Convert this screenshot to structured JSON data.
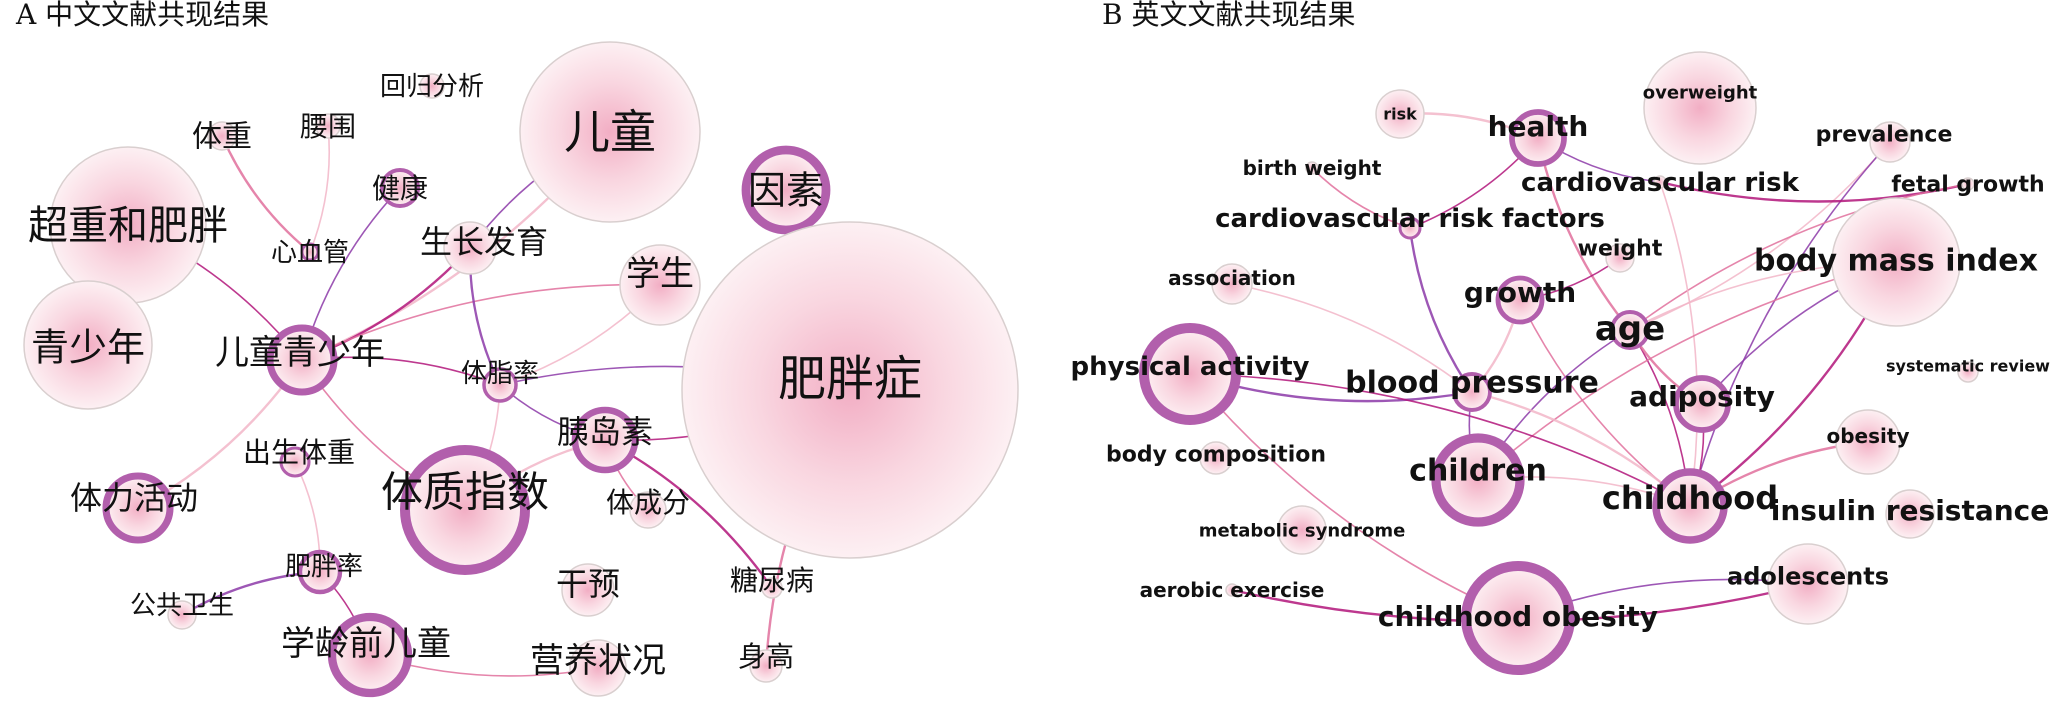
{
  "panels": [
    {
      "id": "A",
      "title": "A 中文文献共现结果",
      "nodes": [
        {
          "id": "huigui",
          "label": "回归分析",
          "w": 3
        },
        {
          "id": "ertong",
          "label": "儿童",
          "w": 72
        },
        {
          "id": "yinsu",
          "label": "因素",
          "w": 15
        },
        {
          "id": "tizhong",
          "label": "体重",
          "w": 4
        },
        {
          "id": "yaowei",
          "label": "腰围",
          "w": 3
        },
        {
          "id": "jiankang",
          "label": "健康",
          "w": 5
        },
        {
          "id": "chaozhong",
          "label": "超重和肥胖",
          "w": 45
        },
        {
          "id": "xinxueguan",
          "label": "心血管",
          "w": 3
        },
        {
          "id": "shengzhang",
          "label": "生长发育",
          "w": 5
        },
        {
          "id": "xuesheng",
          "label": "学生",
          "w": 16
        },
        {
          "id": "feipangzheng",
          "label": "肥胖症",
          "w": 100
        },
        {
          "id": "qingshaonian",
          "label": "青少年",
          "w": 42
        },
        {
          "id": "ertongqsn",
          "label": "儿童青少年",
          "w": 15
        },
        {
          "id": "tizhilv",
          "label": "体脂率",
          "w": 10
        },
        {
          "id": "yidaosu",
          "label": "胰岛素",
          "w": 18
        },
        {
          "id": "chusheng",
          "label": "出生体重",
          "w": 6
        },
        {
          "id": "tili",
          "label": "体力活动",
          "w": 12
        },
        {
          "id": "tizhi",
          "label": "体质指数",
          "w": 34
        },
        {
          "id": "tichengfen",
          "label": "体成分",
          "w": 5
        },
        {
          "id": "feipanglv",
          "label": "肥胖率",
          "w": 10
        },
        {
          "id": "ganyu",
          "label": "干预",
          "w": 8
        },
        {
          "id": "tangniao",
          "label": "糖尿病",
          "w": 3
        },
        {
          "id": "gonggong",
          "label": "公共卫生",
          "w": 4
        },
        {
          "id": "xueling",
          "label": "学龄前儿童",
          "w": 18
        },
        {
          "id": "yingyang",
          "label": "营养状况",
          "w": 10
        },
        {
          "id": "shengao",
          "label": "身高",
          "w": 5
        }
      ],
      "edges": [
        [
          "ertong",
          "ertongqsn"
        ],
        [
          "ertong",
          "shengzhang"
        ],
        [
          "chaozhong",
          "ertongqsn"
        ],
        [
          "tizhong",
          "xinxueguan"
        ],
        [
          "yaowei",
          "xinxueguan"
        ],
        [
          "jiankang",
          "ertongqsn"
        ],
        [
          "shengzhang",
          "ertongqsn"
        ],
        [
          "xuesheng",
          "ertongqsn"
        ],
        [
          "xuesheng",
          "tizhilv"
        ],
        [
          "shengzhang",
          "tizhilv"
        ],
        [
          "ertongqsn",
          "tizhilv"
        ],
        [
          "ertongqsn",
          "tizhi"
        ],
        [
          "ertongqsn",
          "tili"
        ],
        [
          "feipangzheng",
          "tizhilv"
        ],
        [
          "feipangzheng",
          "yidaosu"
        ],
        [
          "feipangzheng",
          "shengao"
        ],
        [
          "tizhilv",
          "tizhi"
        ],
        [
          "tizhilv",
          "yidaosu"
        ],
        [
          "yidaosu",
          "tangniao"
        ],
        [
          "yidaosu",
          "tichengfen"
        ],
        [
          "chusheng",
          "feipanglv"
        ],
        [
          "feipanglv",
          "gonggong"
        ],
        [
          "feipanglv",
          "xueling"
        ],
        [
          "xueling",
          "yingyang"
        ],
        [
          "tizhi",
          "yidaosu"
        ]
      ]
    },
    {
      "id": "B",
      "title": "B 英文文献共现结果",
      "nodes": [
        {
          "id": "risk",
          "label": "risk",
          "w": 2
        },
        {
          "id": "health",
          "label": "health",
          "w": 10
        },
        {
          "id": "overweight",
          "label": "overweight",
          "w": 22
        },
        {
          "id": "prevalence",
          "label": "prevalence",
          "w": 4
        },
        {
          "id": "birthweight",
          "label": "birth weight",
          "w": 2
        },
        {
          "id": "cvrisk",
          "label": "cardiovascular risk",
          "w": 2
        },
        {
          "id": "fetal",
          "label": "fetal growth",
          "w": 2
        },
        {
          "id": "cvrf",
          "label": "cardiovascular risk factors",
          "w": 3
        },
        {
          "id": "weight",
          "label": "weight",
          "w": 3
        },
        {
          "id": "bmi",
          "label": "body mass index",
          "w": 30
        },
        {
          "id": "association",
          "label": "association",
          "w": 5
        },
        {
          "id": "growth",
          "label": "growth",
          "w": 7
        },
        {
          "id": "age",
          "label": "age",
          "w": 8
        },
        {
          "id": "systematic",
          "label": "systematic review",
          "w": 2
        },
        {
          "id": "physical",
          "label": "physical activity",
          "w": 20
        },
        {
          "id": "bp",
          "label": "blood pressure",
          "w": 6
        },
        {
          "id": "adiposity",
          "label": "adiposity",
          "w": 9
        },
        {
          "id": "bodycomp",
          "label": "body composition",
          "w": 4
        },
        {
          "id": "obesity",
          "label": "obesity",
          "w": 14
        },
        {
          "id": "children",
          "label": "children",
          "w": 24
        },
        {
          "id": "childhood",
          "label": "childhood",
          "w": 16
        },
        {
          "id": "metabolic",
          "label": "metabolic syndrome",
          "w": 8
        },
        {
          "id": "insulin",
          "label": "insulin resistance",
          "w": 7
        },
        {
          "id": "aerobic",
          "label": "aerobic exercise",
          "w": 2
        },
        {
          "id": "adolescents",
          "label": "adolescents",
          "w": 24
        },
        {
          "id": "childobesity",
          "label": "childhood obesity",
          "w": 36
        }
      ],
      "edges": [
        [
          "risk",
          "health"
        ],
        [
          "health",
          "cvrisk"
        ],
        [
          "health",
          "cvrf"
        ],
        [
          "health",
          "age"
        ],
        [
          "prevalence",
          "age"
        ],
        [
          "prevalence",
          "childhood"
        ],
        [
          "fetal",
          "cvrisk"
        ],
        [
          "fetal",
          "age"
        ],
        [
          "cvrisk",
          "childhood"
        ],
        [
          "cvrf",
          "bp"
        ],
        [
          "weight",
          "growth"
        ],
        [
          "growth",
          "childhood"
        ],
        [
          "growth",
          "bp"
        ],
        [
          "age",
          "children"
        ],
        [
          "age",
          "childhood"
        ],
        [
          "age",
          "adiposity"
        ],
        [
          "age",
          "bmi"
        ],
        [
          "bmi",
          "adiposity"
        ],
        [
          "bmi",
          "childhood"
        ],
        [
          "bmi",
          "children"
        ],
        [
          "association",
          "bp"
        ],
        [
          "physical",
          "bp"
        ],
        [
          "physical",
          "childhood"
        ],
        [
          "physical",
          "childobesity"
        ],
        [
          "bp",
          "childhood"
        ],
        [
          "bp",
          "children"
        ],
        [
          "adiposity",
          "childhood"
        ],
        [
          "obesity",
          "childhood"
        ],
        [
          "children",
          "childhood"
        ],
        [
          "adolescents",
          "childobesity"
        ],
        [
          "adolescents",
          "aerobic"
        ],
        [
          "birthweight",
          "cvrf"
        ]
      ]
    }
  ],
  "colors": {
    "bubble_core": "#f2aec4",
    "bubble_edge": "#fdf0f3",
    "ring_light": "#d9cfcf",
    "ring_heavy": "#b25fac",
    "edge_light": "#f2b6c8",
    "edge_mid": "#e0709c",
    "edge_dark": "#b2157a",
    "edge_purple": "#8c3aa8"
  }
}
